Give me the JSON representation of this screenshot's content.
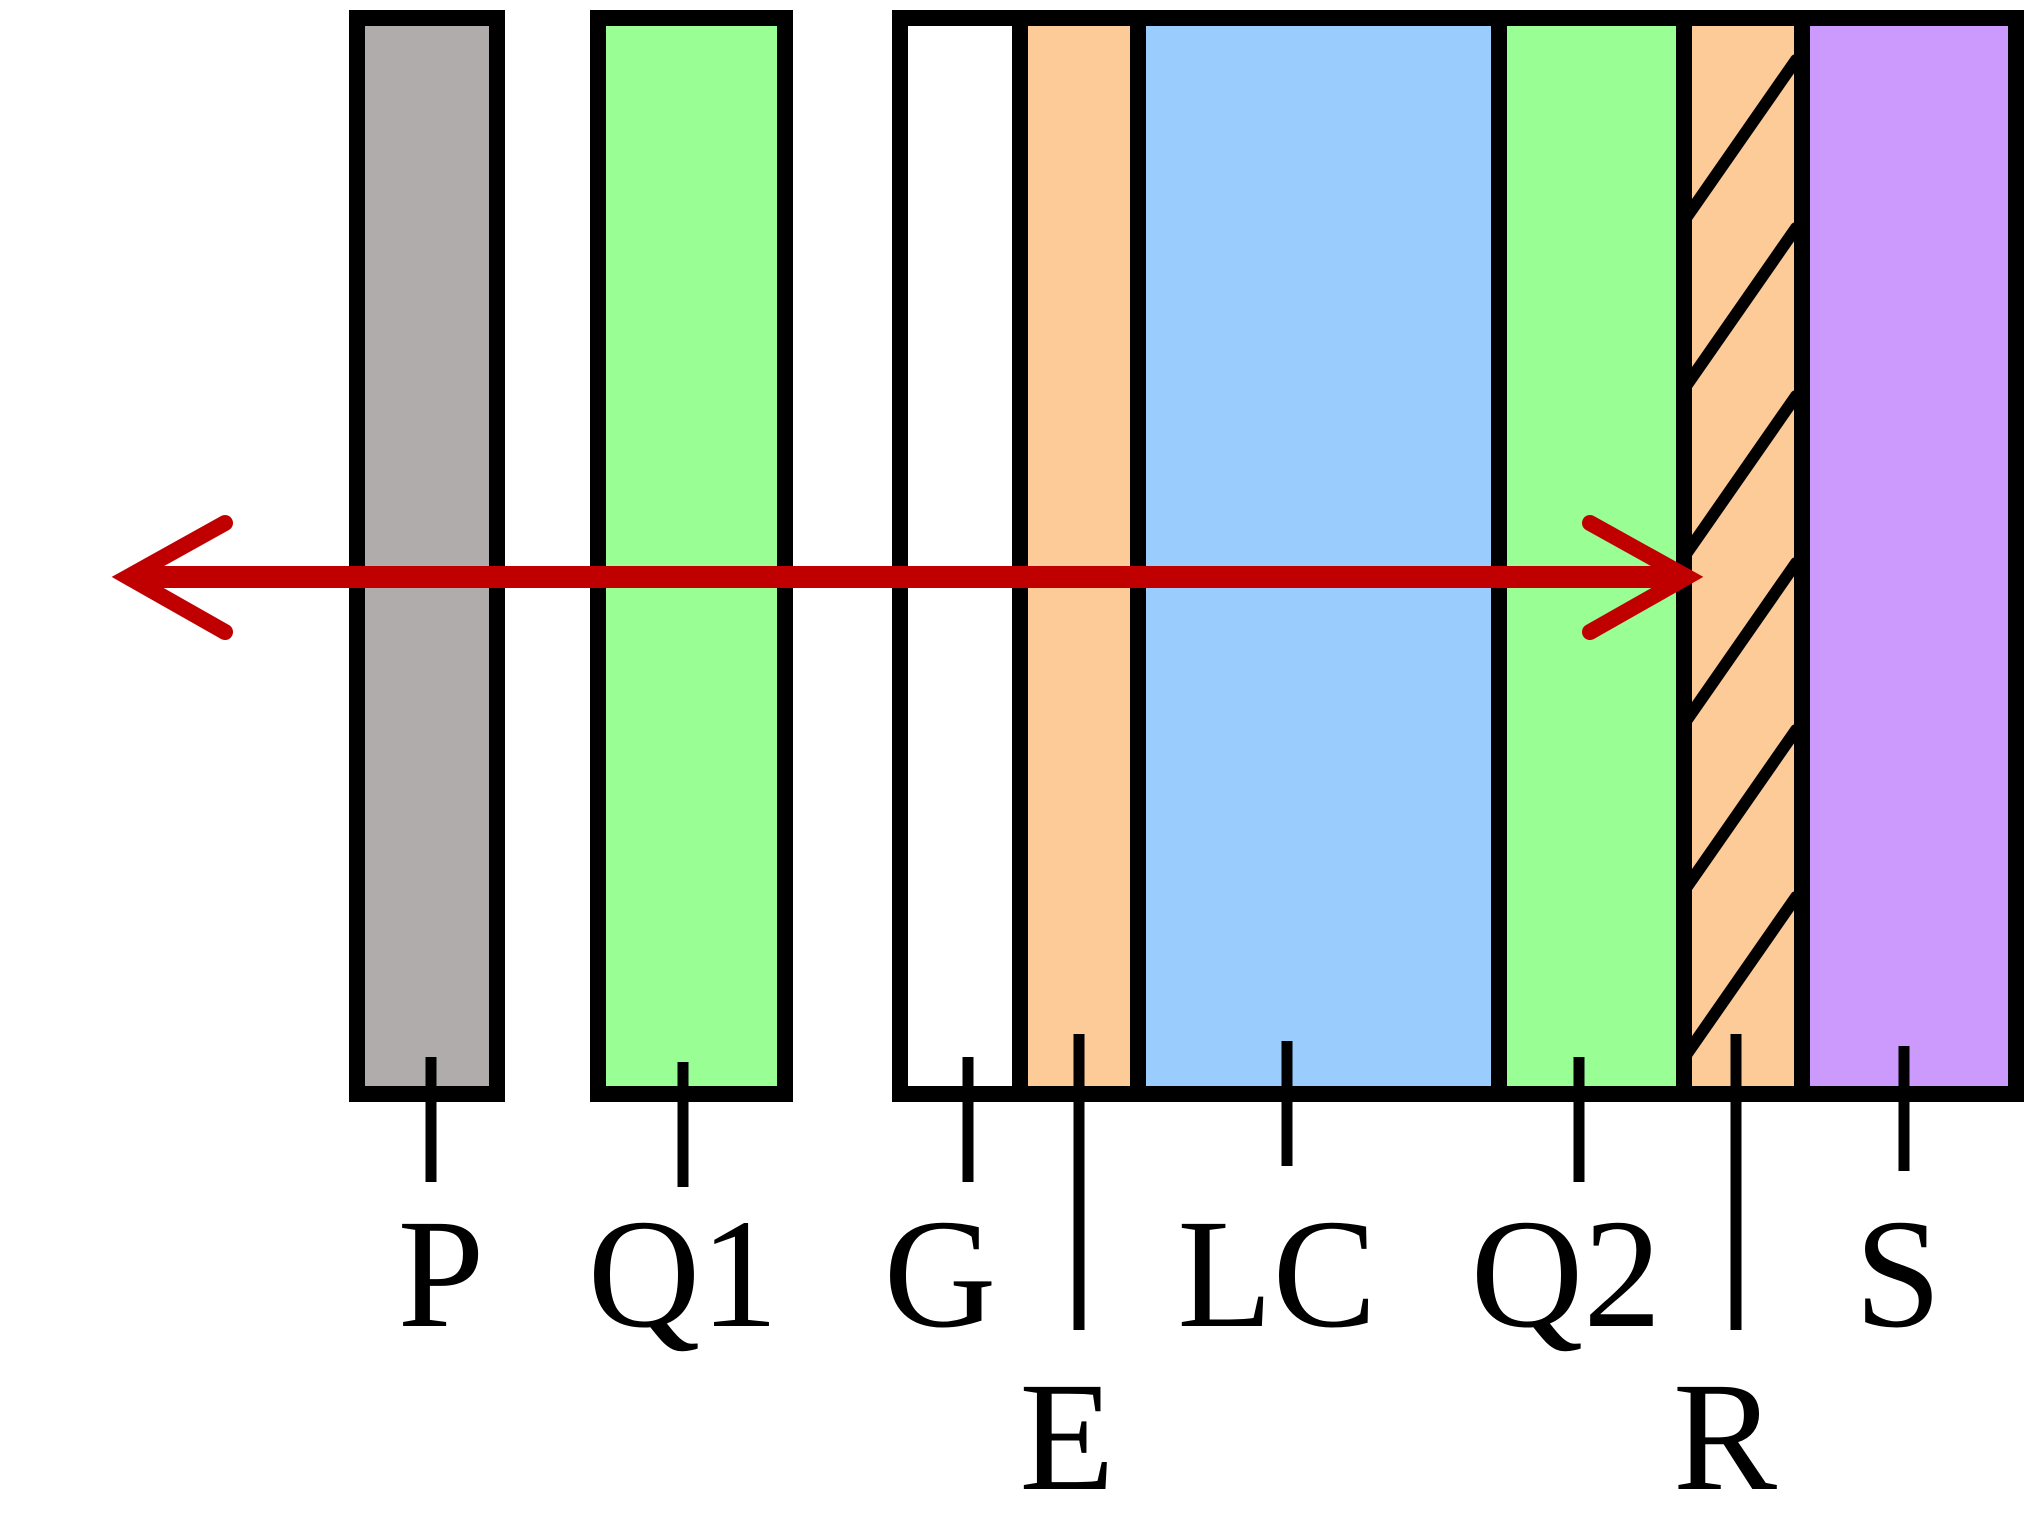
{
  "labels": {
    "P": "P",
    "Q1": "Q1",
    "G": "G",
    "E": "E",
    "LC": "LC",
    "Q2": "Q2",
    "R": "R",
    "S": "S"
  },
  "layers": [
    {
      "id": "P",
      "fill": "#b0acab"
    },
    {
      "id": "Q1",
      "fill": "#99ff94"
    },
    {
      "id": "G",
      "fill": "#ffffff"
    },
    {
      "id": "E",
      "fill": "#fdcb98"
    },
    {
      "id": "LC",
      "fill": "#9acdfe"
    },
    {
      "id": "Q2",
      "fill": "#99ff94"
    },
    {
      "id": "R",
      "fill": "#fdcb98",
      "hatched": true
    },
    {
      "id": "S",
      "fill": "#cc99fc"
    }
  ],
  "beam": {
    "color": "#c00000",
    "direction": "bidirectional"
  }
}
